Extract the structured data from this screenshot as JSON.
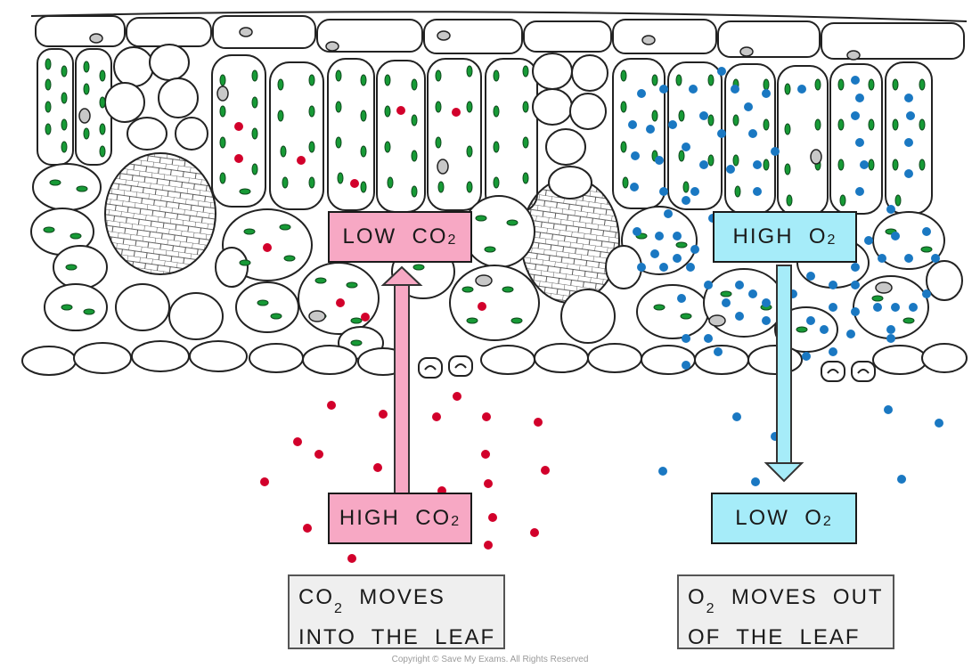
{
  "labels": {
    "low_co2": {
      "prefix": "LOW  CO",
      "sub": "2"
    },
    "high_o2": {
      "prefix": "HIGH  O",
      "sub": "2"
    },
    "high_co2": {
      "prefix": "HIGH  CO",
      "sub": "2"
    },
    "low_o2": {
      "prefix": "LOW  O",
      "sub": "2"
    }
  },
  "captions": {
    "co2_caption": {
      "line1_a": "CO",
      "line1_sub": "2",
      "line1_b": "  MOVES",
      "line2": "INTO  THE  LEAF"
    },
    "o2_caption": {
      "line1_a": "O",
      "line1_sub": "2",
      "line1_b": "  MOVES  OUT",
      "line2": "OF  THE  LEAF"
    }
  },
  "copyright": "Copyright © Save My Exams. All Rights Reserved",
  "colors": {
    "co2_dot": "#d2002b",
    "o2_dot": "#1a78c2",
    "chloroplast": "#179a36",
    "nucleus": "#c8c8c8",
    "pink_label": "#f7a8c4",
    "blue_label": "#a6ecf9",
    "caption_bg": "#efefef"
  }
}
